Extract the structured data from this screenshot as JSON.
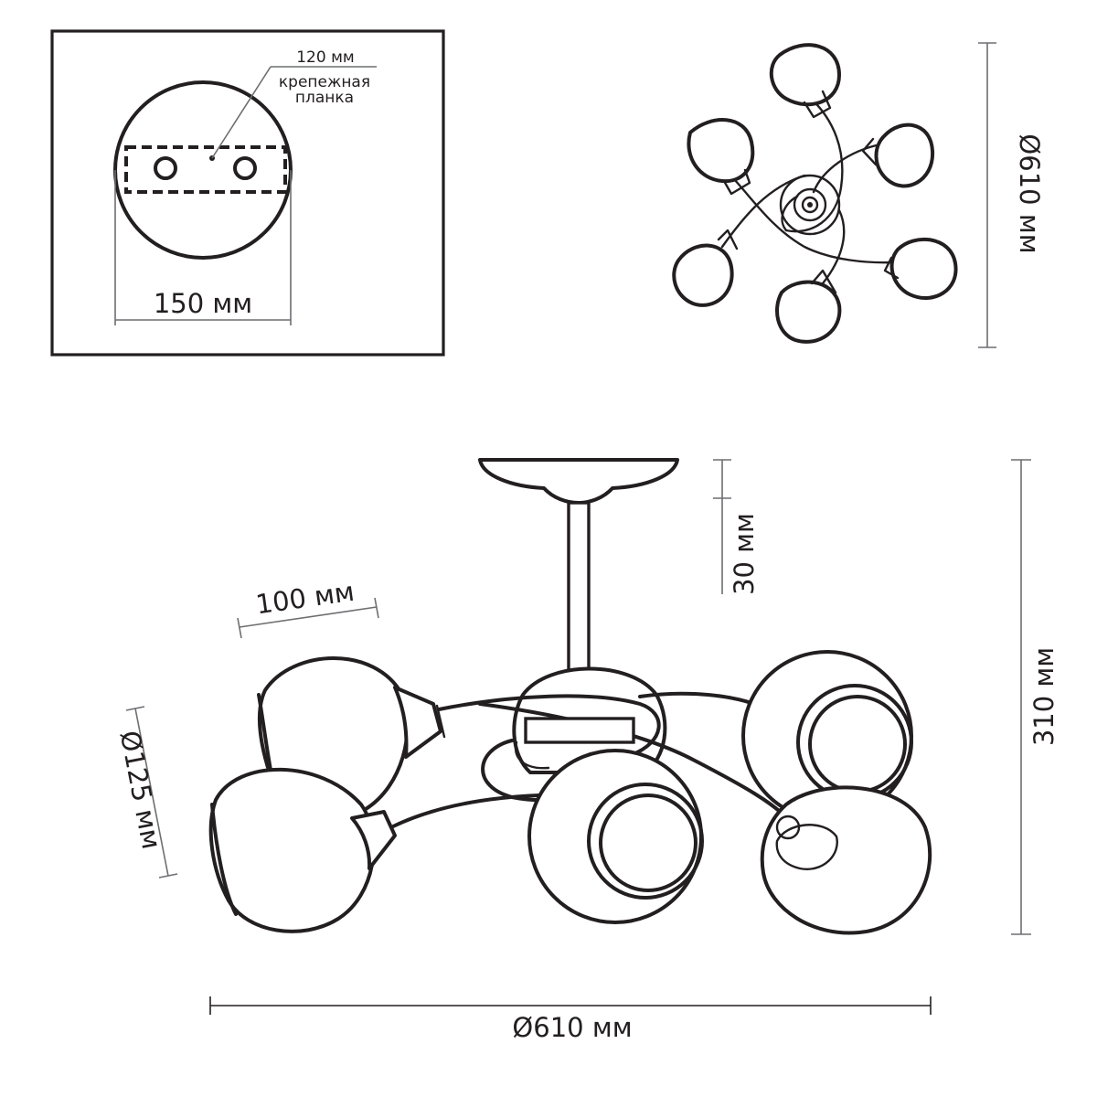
{
  "plate_view": {
    "plate_width_label": "150 мм",
    "bracket_width_label": "120 мм",
    "bracket_note_line1": "крепежная",
    "bracket_note_line2": "планка"
  },
  "top_view": {
    "diameter_label": "Ø610 мм",
    "shade_count": 6
  },
  "side_view": {
    "canopy_height_label": "30 мм",
    "shade_depth_label": "100 мм",
    "shade_diameter_label": "Ø125 мм",
    "total_height_label": "310 мм",
    "total_diameter_label": "Ø610 мм"
  },
  "colors": {
    "line": "#231f20",
    "dimension_line": "#6d6e71",
    "background": "#ffffff"
  }
}
